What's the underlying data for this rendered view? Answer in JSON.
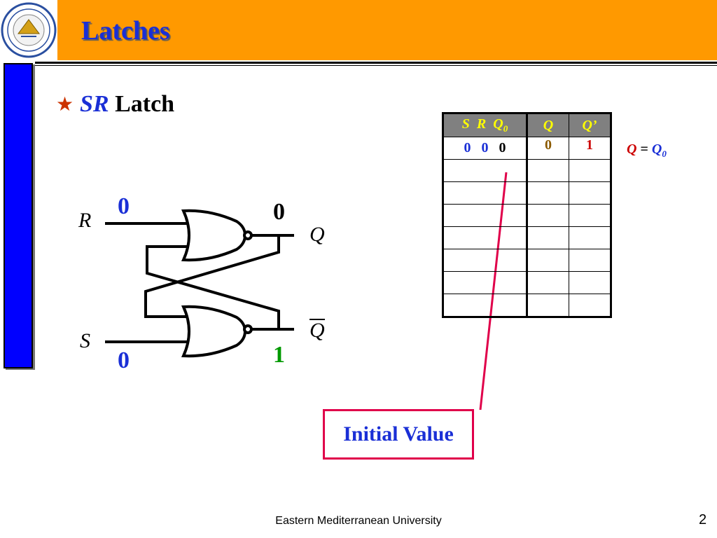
{
  "slide": {
    "title": "Latches",
    "bullet_marker": "★",
    "bullet_sr": "SR",
    "bullet_rest": " Latch",
    "footer": "Eastern Mediterranean University",
    "page_number": "2"
  },
  "circuit": {
    "label_r": "R",
    "label_s": "S",
    "label_q": "Q",
    "label_qbar": "Q",
    "r_value": "0",
    "s_value": "0",
    "q_value": "0",
    "qbar_value": "1"
  },
  "truth_table": {
    "header_s": "S",
    "header_r": "R",
    "header_q0": "Q",
    "header_q0_sub": "0",
    "header_q": "Q",
    "header_qprime": "Q’",
    "row1": {
      "s": "0",
      "r": "0",
      "q0": "0",
      "q": "0",
      "qprime": "1"
    },
    "empty_rows": 7
  },
  "equation": {
    "lhs": "Q",
    "op": " = ",
    "rhs": "Q",
    "rhs_sub": "0"
  },
  "callout": {
    "text": "Initial Value"
  },
  "colors": {
    "header_bg": "#ff9900",
    "title": "#1a2fd6",
    "sidebar": "#0000ff",
    "callout_border": "#e0004a",
    "q_value": "#8b5a00",
    "qprime_value": "#cc0000",
    "qbar_value": "#009900"
  }
}
